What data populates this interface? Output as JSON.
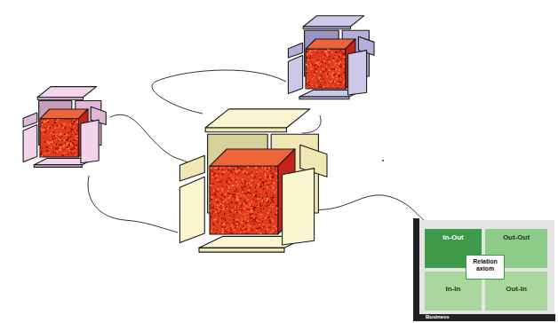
{
  "diagram": {
    "nodes": [
      {
        "text": [
          "In-Out"
        ]
      },
      {
        "text": [
          "Out-Out"
        ]
      },
      {
        "text": [
          "In-In"
        ]
      },
      {
        "text": [
          "Out-In"
        ]
      },
      {
        "text": [
          "Relation axiom"
        ]
      }
    ],
    "labels": [
      "Business"
    ]
  }
}
